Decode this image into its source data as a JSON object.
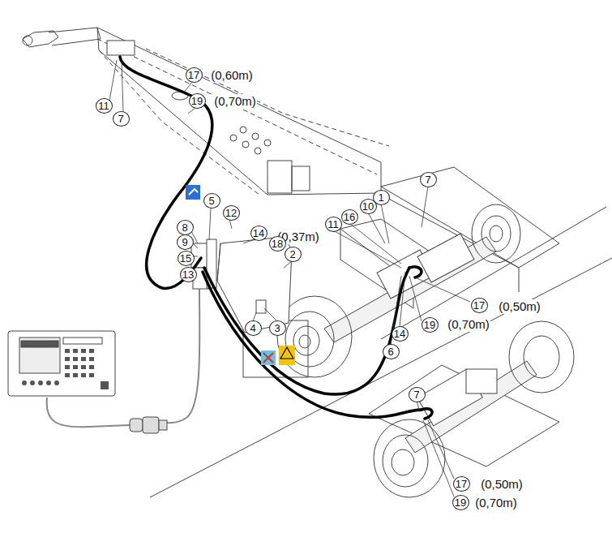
{
  "diagram": {
    "labels": [
      "17",
      "(0,60m)",
      "19",
      "(0,70m)",
      "11",
      "7",
      "5",
      "12",
      "8",
      "14",
      "(0,37m)",
      "18",
      "9",
      "15",
      "2",
      "13",
      "4",
      "3",
      "7",
      "1",
      "10",
      "16",
      "11",
      "17",
      "(0,50m)",
      "19",
      "(0,70m)",
      "14",
      "6",
      "7",
      "17",
      "(0,50m)",
      "19",
      "(0,70m)"
    ]
  }
}
